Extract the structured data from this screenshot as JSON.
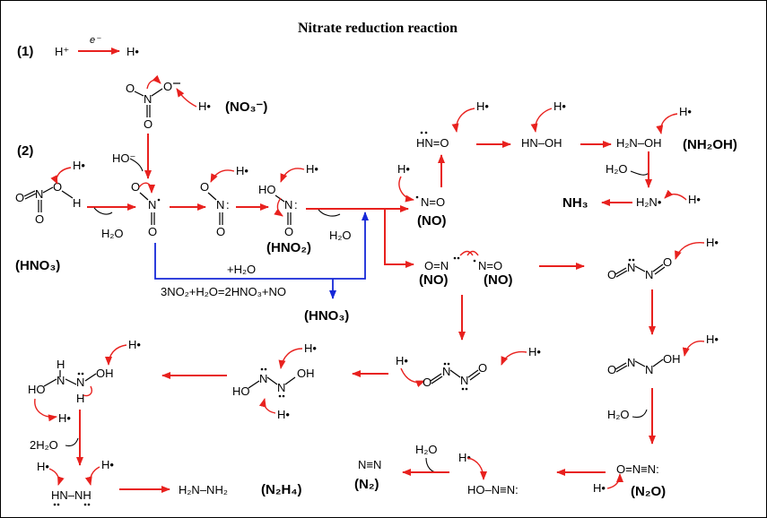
{
  "title": "Nitrate reduction reaction",
  "step_labels": {
    "one": "(1)",
    "two": "(2)"
  },
  "step1": {
    "reactant": "H⁺",
    "electron": "e⁻",
    "product": "H•"
  },
  "labels": {
    "hno3_left": "(HNO₃)",
    "no3_minus": "(NO₃⁻)",
    "hno2": "(HNO₂)",
    "no_top": "(NO)",
    "no_dimer_left": "(NO)",
    "no_dimer_right": "(NO)",
    "hno3_blue": "(HNO₃)",
    "nh2oh": "(NH₂OH)",
    "nh3": "NH₃",
    "n2h4": "(N₂H₄)",
    "n2": "(N₂)",
    "n2o": "(N₂O)"
  },
  "blue_path": {
    "reagent": "+H₂O",
    "equation": "3NO₂+H₂O=2HNO₃+NO"
  },
  "reagents": {
    "h2o": "H₂O",
    "two_h2o": "2H₂O",
    "h_radical": "H•",
    "ho_minus": "HO⁻"
  },
  "fragments": {
    "hn_eq_o": "HN=O",
    "hn_oh": "HN–OH",
    "h2n_oh": "H₂N–OH",
    "h2n_rad": "H₂N•",
    "n_eq_o": "N=O",
    "h2n_nh2": "H₂N–NH₂",
    "n_triple_n": "N≡N",
    "ho_n_n": "HO–N≡N:",
    "o_n_n": "O=N≡N:",
    "hn_nh": "HN–NH"
  },
  "colors": {
    "arrow_red": "#e8211e",
    "arrow_blue": "#1628d8",
    "ink": "#000000"
  }
}
